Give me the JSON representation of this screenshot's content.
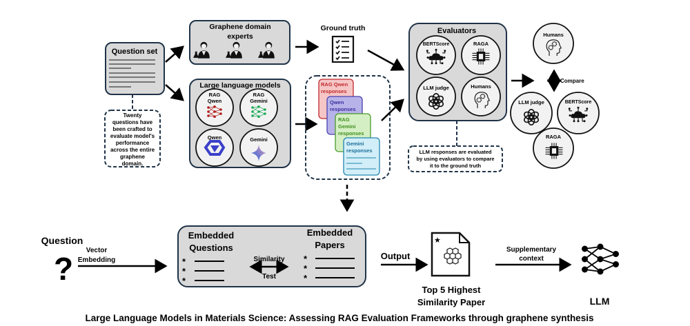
{
  "question_set": {
    "title": "Question set",
    "note": [
      "Twenty",
      "questions have",
      "been crafted to",
      "evaluate model's",
      "performance",
      "across the entire",
      "graphene",
      "domain."
    ]
  },
  "experts": {
    "title": [
      "Graphene domain",
      "experts"
    ]
  },
  "ground_truth": {
    "label": "Ground truth"
  },
  "llms": {
    "title": "Large language models",
    "models": [
      {
        "label": [
          "RAG",
          "Qwen"
        ]
      },
      {
        "label": [
          "RAG",
          "Gemini"
        ]
      },
      {
        "label": [
          "Qwen"
        ]
      },
      {
        "label": [
          "Gemini"
        ]
      }
    ]
  },
  "responses": [
    {
      "label": [
        "RAG Qwen",
        "responses"
      ],
      "color": "#c0282d"
    },
    {
      "label": [
        "Qwen",
        "responses"
      ],
      "color": "#3b2fa0"
    },
    {
      "label": [
        "RAG",
        "Gemini",
        "responses"
      ],
      "color": "#3f8f1f"
    },
    {
      "label": [
        "Gemini",
        "responses"
      ],
      "color": "#1a6f9a"
    }
  ],
  "evaluators": {
    "title": "Evaluators",
    "items": [
      "BERTScore",
      "RAGA",
      "LLM judge",
      "Humans"
    ],
    "note": [
      "LLM responses are evaluated",
      "by using evaluators to compare",
      "it to the ground truth"
    ]
  },
  "comparison": {
    "label": "Compare",
    "items": [
      "Humans",
      "LLM judge",
      "BERTScore",
      "RAGA"
    ]
  },
  "retrieval": {
    "question": "Question",
    "question_icon": "?",
    "embedding_label": [
      "Vector",
      "Embedding"
    ],
    "embedded_questions": [
      "Embedded",
      "Questions"
    ],
    "embedded_papers": [
      "Embedded",
      "Papers"
    ],
    "similarity": [
      "Similarity",
      "Test"
    ],
    "output": "Output",
    "paper_label": [
      "Top 5 Highest",
      "Similarity Paper"
    ],
    "supplementary": [
      "Supplementary",
      "context"
    ],
    "llm": "LLM"
  },
  "caption": "Large Language Models in Materials Science: Assessing RAG Evaluation Frameworks through graphene synthesis"
}
